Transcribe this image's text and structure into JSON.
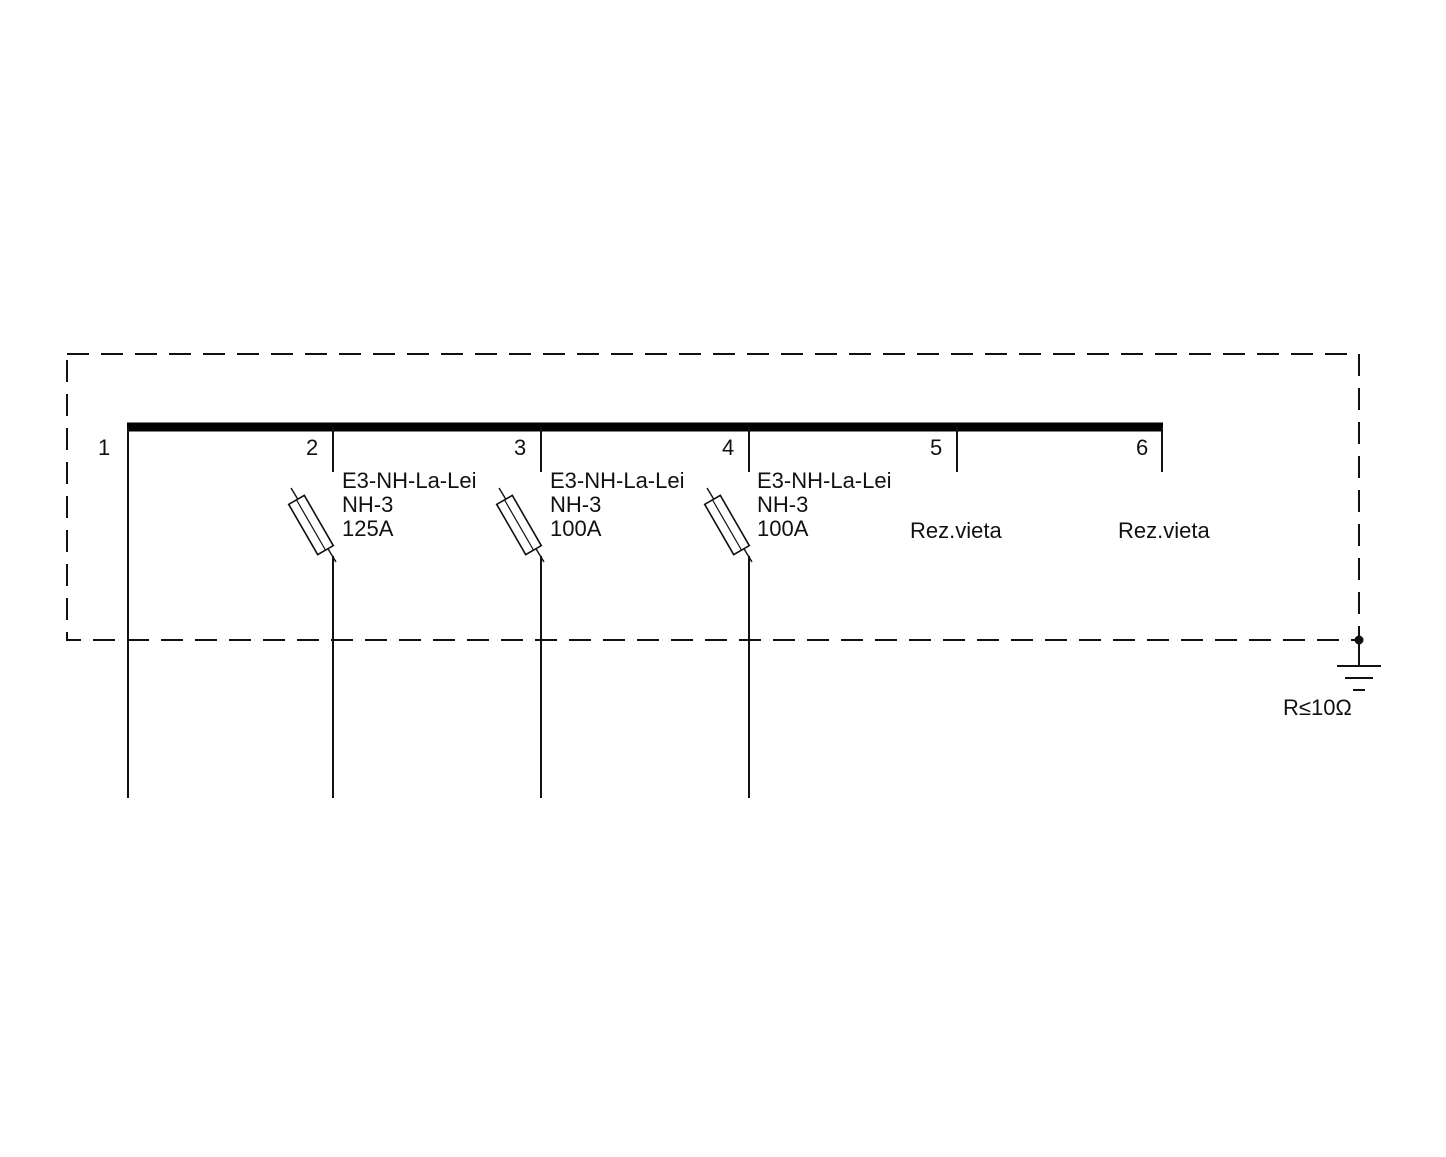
{
  "circuits": [
    {
      "number": "1",
      "labels": []
    },
    {
      "number": "2",
      "labels": [
        "E3-NH-La-Lei",
        "NH-3",
        "125A"
      ]
    },
    {
      "number": "3",
      "labels": [
        "E3-NH-La-Lei",
        "NH-3",
        "100A"
      ]
    },
    {
      "number": "4",
      "labels": [
        "E3-NH-La-Lei",
        "NH-3",
        "100A"
      ]
    },
    {
      "number": "5",
      "labels": [
        "Rez.vieta"
      ]
    },
    {
      "number": "6",
      "labels": [
        "Rez.vieta"
      ]
    }
  ],
  "ground": {
    "label": "R≤10Ω"
  }
}
